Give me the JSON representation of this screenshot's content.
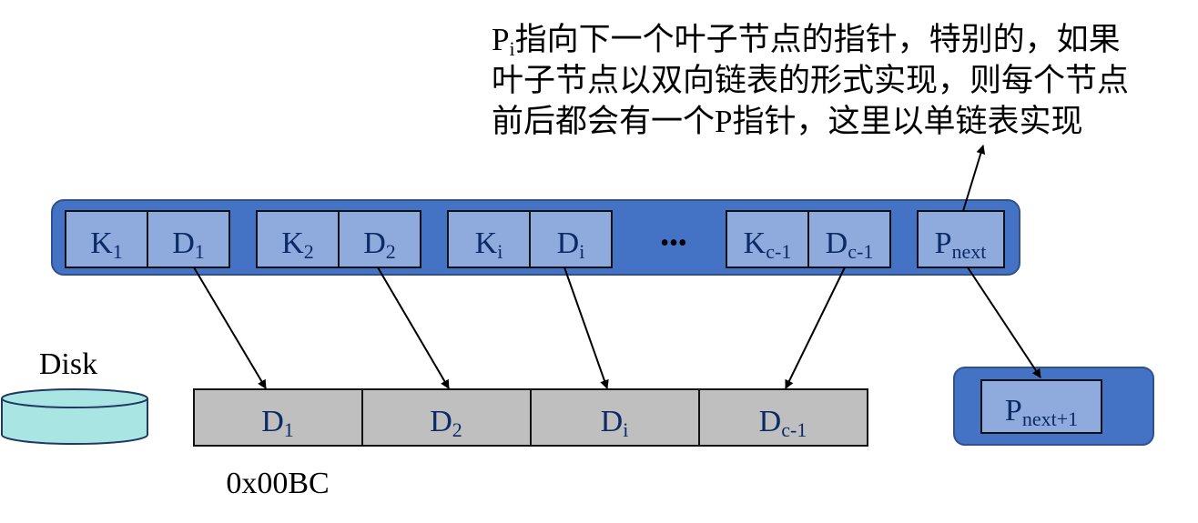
{
  "note": {
    "line1_prefix": "P",
    "line1_prefix_sub": "i",
    "line1": "指向下一个叶子节点的指针，特别的，如果",
    "line2": "叶子节点以双向链表的形式实现，则每个节点",
    "line3": "前后都会有一个P指针，这里以单链表实现"
  },
  "leaf_node": {
    "cells": [
      {
        "main": "K",
        "sub": "1"
      },
      {
        "main": "D",
        "sub": "1"
      },
      {
        "main": "K",
        "sub": "2"
      },
      {
        "main": "D",
        "sub": "2"
      },
      {
        "main": "K",
        "sub": "i"
      },
      {
        "main": "D",
        "sub": "i"
      },
      {
        "main": "K",
        "sub": "c-1"
      },
      {
        "main": "D",
        "sub": "c-1"
      }
    ],
    "ellipsis": "•••",
    "pointer": {
      "main": "P",
      "sub": "next"
    }
  },
  "next_node": {
    "pointer": {
      "main": "P",
      "sub": "next+1"
    }
  },
  "disk": {
    "label": "Disk"
  },
  "data_block": {
    "cells": [
      {
        "main": "D",
        "sub": "1"
      },
      {
        "main": "D",
        "sub": "2"
      },
      {
        "main": "D",
        "sub": "i"
      },
      {
        "main": "D",
        "sub": "c-1"
      }
    ],
    "address": "0x00BC"
  },
  "colors": {
    "node": "#4472C4",
    "cell": "#8FAADC",
    "block": "#BFBFBF",
    "disk": "#A9E5E3",
    "text": "#0B2A66"
  }
}
